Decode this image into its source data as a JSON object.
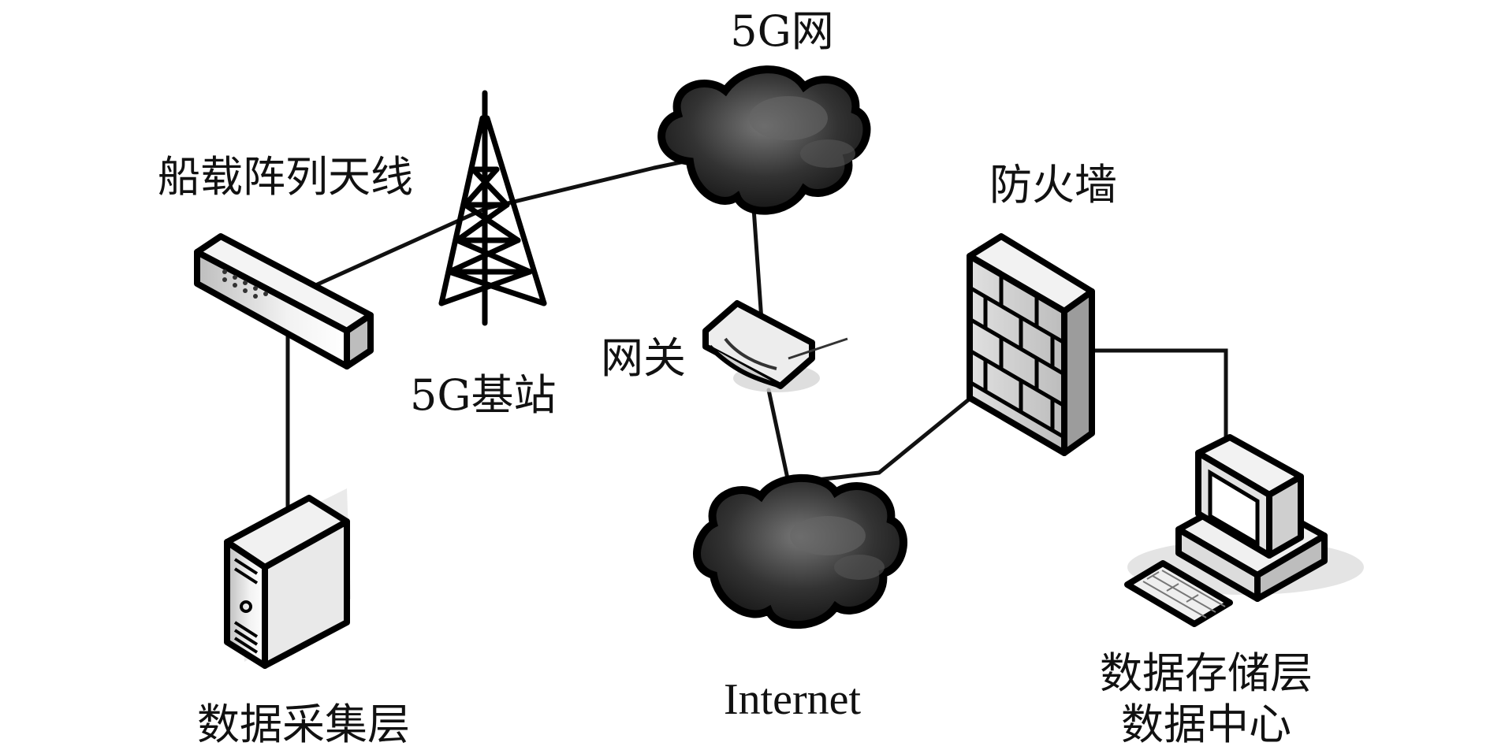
{
  "labels": {
    "net_5g": "5G网",
    "ship_antenna": "船载阵列天线",
    "firewall": "防火墙",
    "gateway": "网关",
    "base_station": "5G基站",
    "internet": "Internet",
    "data_collection": "数据采集层",
    "data_storage_1": "数据存储层",
    "data_storage_2": "数据中心"
  },
  "colors": {
    "line": "#111111",
    "cloud_dark": "#222222",
    "device_light": "#e6e6e6",
    "shadow": "#d8d8d8"
  },
  "icons": [
    "cloud-icon",
    "antenna-array-icon",
    "cell-tower-icon",
    "gateway-router-icon",
    "firewall-icon",
    "server-icon",
    "workstation-icon"
  ]
}
